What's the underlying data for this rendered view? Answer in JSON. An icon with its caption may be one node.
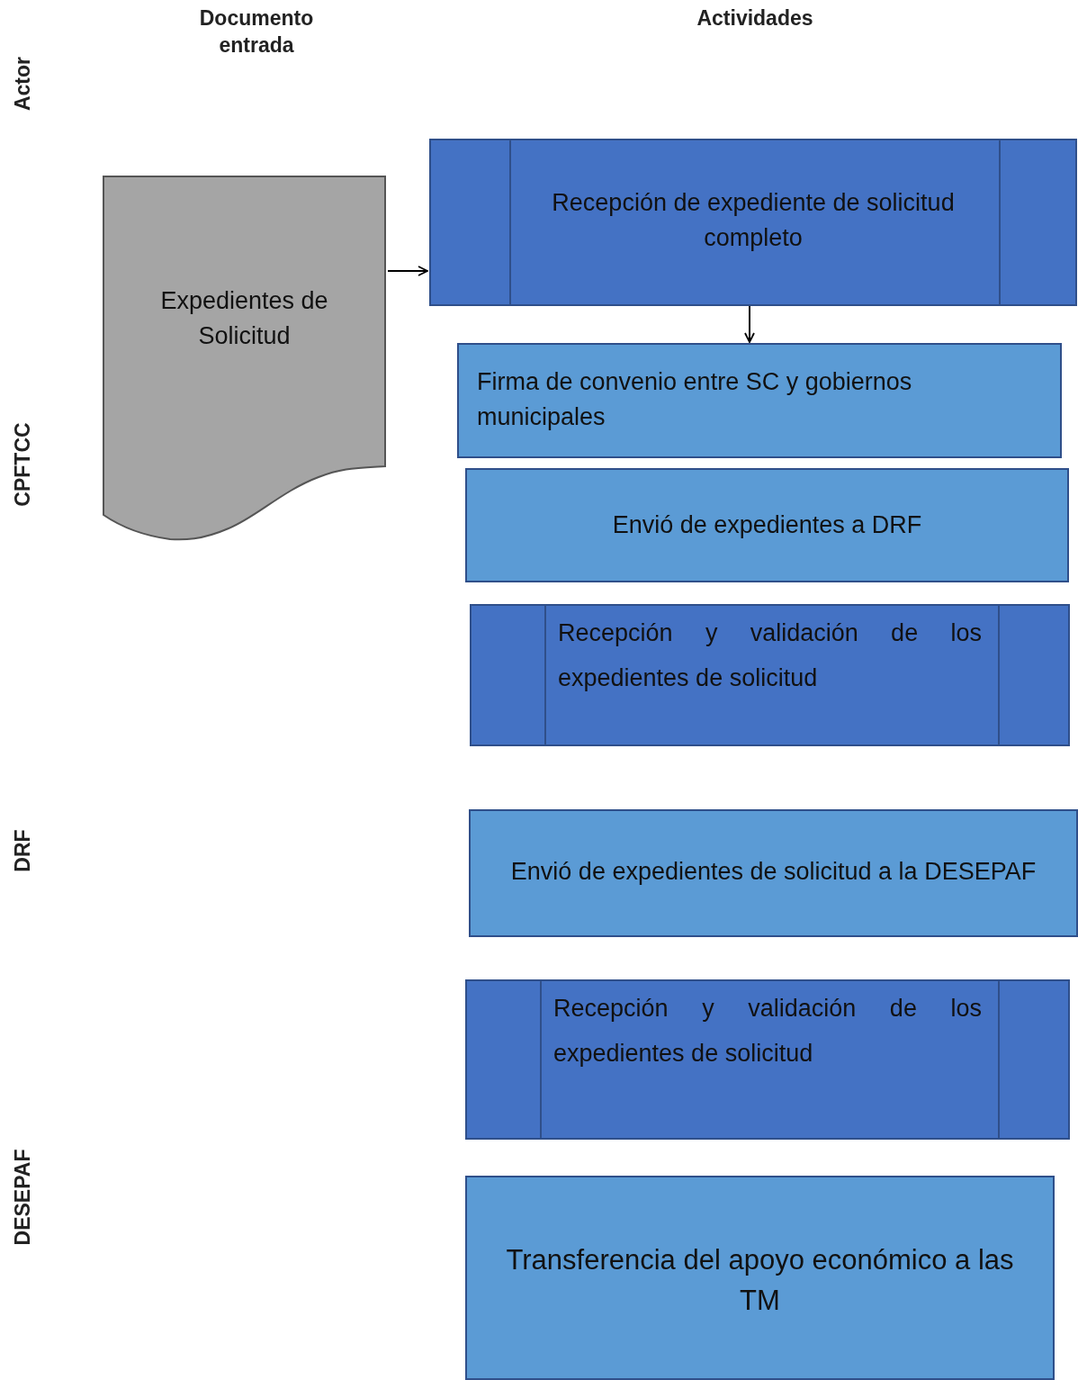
{
  "diagram": {
    "nodes": [
      {
        "text": [
          "Expedientes de Solicitud"
        ]
      },
      {
        "text": [
          "Recepción de expediente de solicitud completo"
        ]
      },
      {
        "text": [
          "Firma de convenio entre SC y gobiernos municipales"
        ]
      },
      {
        "text": [
          "Envió de expedientes a DRF"
        ]
      },
      {
        "text": [
          "Recepción y validación de los expedientes de solicitud"
        ]
      },
      {
        "text": [
          "Envió de expedientes de solicitud a la DESEPAF"
        ]
      },
      {
        "text": [
          "Recepción y validación de los expedientes de solicitud"
        ]
      },
      {
        "text": [
          "Transferencia del apoyo económico a las TM"
        ]
      }
    ],
    "edges": [
      {
        "from": 0,
        "to": 1,
        "arrow": "to"
      },
      {
        "from": 1,
        "to": 2,
        "arrow": "to"
      }
    ],
    "labels": [
      "Documento entrada",
      "Actividades",
      "Actor",
      "CPFTCC",
      "DRF",
      "DESEPAF"
    ]
  }
}
